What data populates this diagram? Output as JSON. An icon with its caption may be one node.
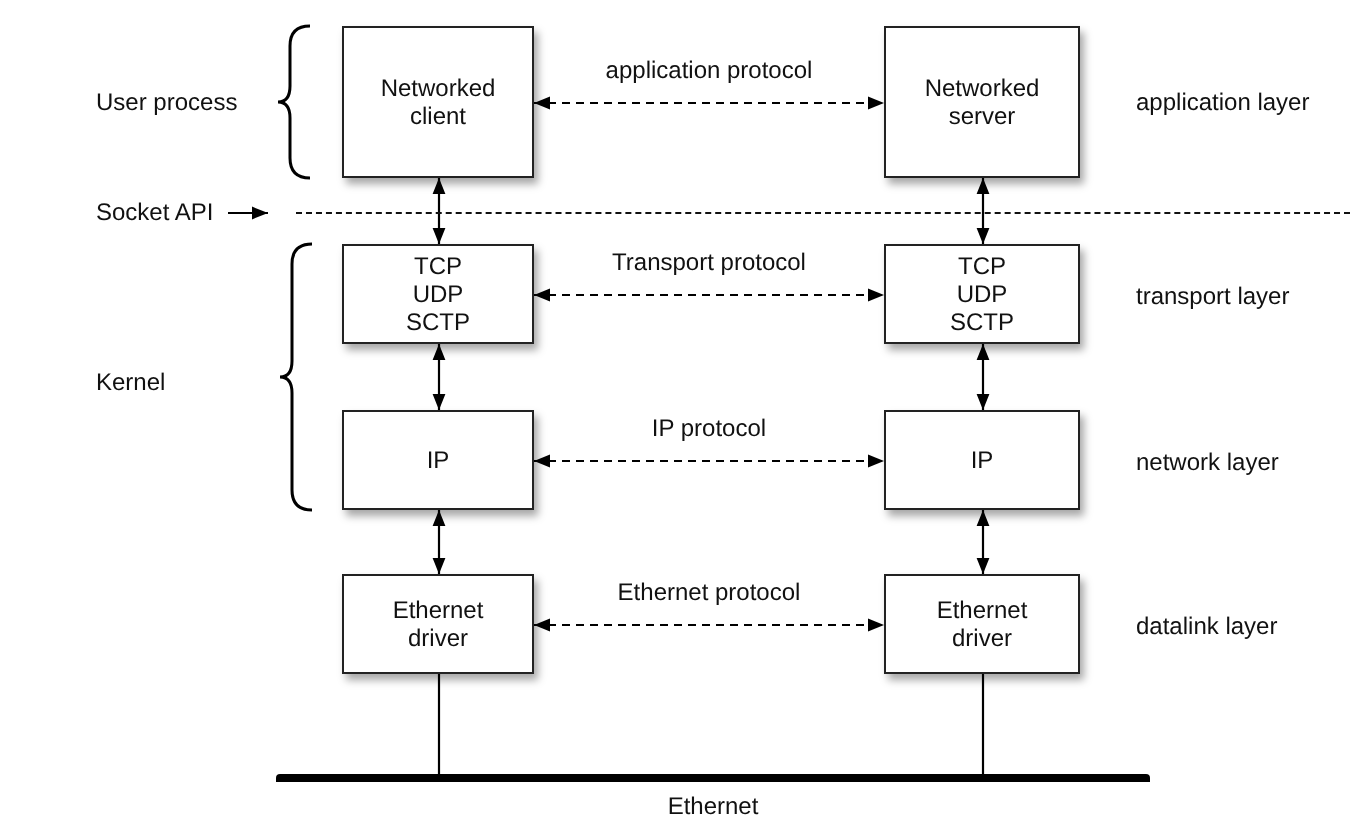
{
  "diagram": {
    "nodes": [
      {
        "text": [
          "Networked client"
        ]
      },
      {
        "text": [
          "Networked server"
        ]
      },
      {
        "text": [
          "TCP UDP SCTP"
        ]
      },
      {
        "text": [
          "TCP UDP SCTP"
        ]
      },
      {
        "text": [
          "IP"
        ]
      },
      {
        "text": [
          "IP"
        ]
      },
      {
        "text": [
          "Ethernet driver"
        ]
      },
      {
        "text": [
          "Ethernet driver"
        ]
      },
      {
        "text": [
          "Ethernet"
        ]
      },
      {
        "text": [
          "Socket API"
        ]
      },
      {
        "text": [],
        "shape": "line"
      }
    ],
    "edges": [
      {
        "from": 0,
        "to": 1,
        "arrow": "both",
        "style": "dashed",
        "label": "application protocol"
      },
      {
        "from": 2,
        "to": 3,
        "arrow": "both",
        "style": "dashed",
        "label": "Transport protocol"
      },
      {
        "from": 4,
        "to": 5,
        "arrow": "both",
        "style": "dashed",
        "label": "IP protocol"
      },
      {
        "from": 6,
        "to": 7,
        "arrow": "both",
        "style": "dashed",
        "label": "Ethernet protocol"
      },
      {
        "from": 0,
        "to": 2,
        "arrow": "both"
      },
      {
        "from": 1,
        "to": 3,
        "arrow": "both"
      },
      {
        "from": 2,
        "to": 4,
        "arrow": "both"
      },
      {
        "from": 3,
        "to": 5,
        "arrow": "both"
      },
      {
        "from": 4,
        "to": 6,
        "arrow": "both"
      },
      {
        "from": 5,
        "to": 7,
        "arrow": "both"
      },
      {
        "from": 6,
        "to": 8,
        "arrow": "none"
      },
      {
        "from": 7,
        "to": 8,
        "arrow": "none"
      },
      {
        "from": 9,
        "to": 10,
        "arrow": "to"
      }
    ],
    "labels": [
      "User process",
      "application layer",
      "Kernel",
      "transport layer",
      "network layer",
      "datalink layer"
    ]
  }
}
